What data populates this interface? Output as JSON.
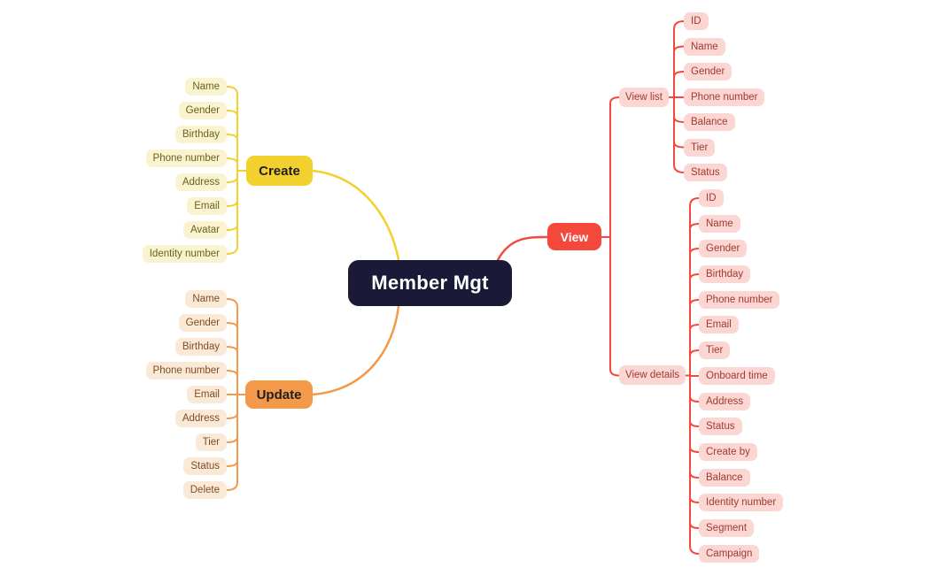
{
  "canvas": {
    "background": "#FFFFFF"
  },
  "mindmap": {
    "root": {
      "label": "Member Mgt",
      "bg_color": "#1A1A38",
      "text_color": "#FFFFFF"
    },
    "branches": [
      {
        "label": "Create",
        "node_color": "#F2D02E",
        "node_text_color": "#1F1F1F",
        "line_color": "#F2D02E",
        "child_bg_color": "#FAF3CF",
        "child_text_color": "#6B611E",
        "children": [
          "Name",
          "Gender",
          "Birthday",
          "Phone number",
          "Address",
          "Email",
          "Avatar",
          "Identity number"
        ]
      },
      {
        "label": "Update",
        "node_color": "#F2994A",
        "node_text_color": "#1F1F1F",
        "line_color": "#F2994A",
        "child_bg_color": "#FBE9D8",
        "child_text_color": "#7C4E22",
        "children": [
          "Name",
          "Gender",
          "Birthday",
          "Phone number",
          "Email",
          "Address",
          "Tier",
          "Status",
          "Delete"
        ]
      },
      {
        "label": "View",
        "node_color": "#F4483C",
        "node_text_color": "#FFFFFF",
        "line_color": "#F4483C",
        "child_bg_color": "#FBD6D3",
        "child_text_color": "#A13A30",
        "groups": [
          {
            "label": "View list",
            "children": [
              "ID",
              "Name",
              "Gender",
              "Phone number",
              "Balance",
              "Tier",
              "Status"
            ]
          },
          {
            "label": "View details",
            "children": [
              "ID",
              "Name",
              "Gender",
              "Birthday",
              "Phone number",
              "Email",
              "Tier",
              "Onboard time",
              "Address",
              "Status",
              "Create by",
              "Balance",
              "Identity number",
              "Segment",
              "Campaign"
            ]
          }
        ]
      }
    ]
  }
}
